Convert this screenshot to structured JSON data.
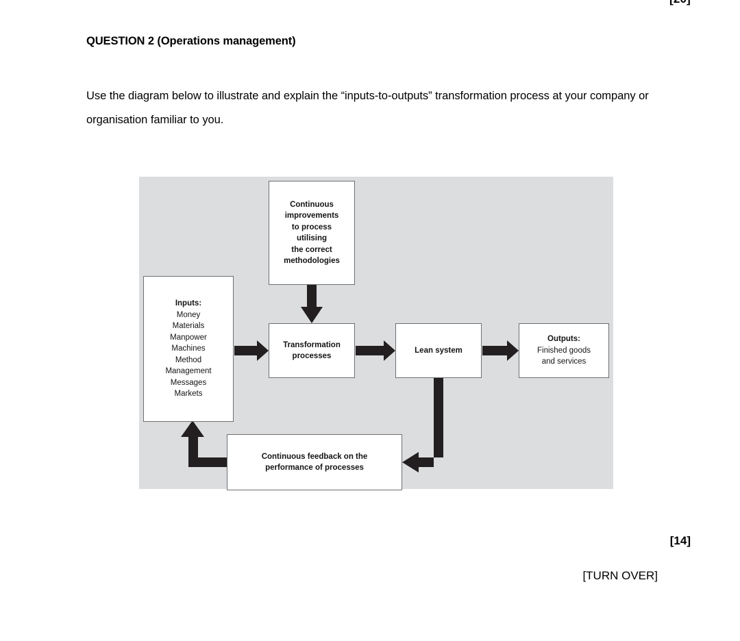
{
  "page": {
    "marks_top": "[20]",
    "question_heading": "QUESTION 2 (Operations management)",
    "question_body": "Use the diagram below to illustrate and explain the “inputs-to-outputs” transformation process at your company or organisation familiar to you.",
    "marks_bottom": "[14]",
    "turn_over": "[TURN OVER]"
  },
  "diagram": {
    "panel_background": "#dcdddf",
    "node_border": "#6d6e71",
    "arrow_color": "#231f20",
    "nodes": {
      "improvements": {
        "lines": [
          "Continuous",
          "improvements",
          "to process",
          "utilising",
          "the correct",
          "methodologies"
        ]
      },
      "inputs": {
        "title": "Inputs:",
        "items": [
          "Money",
          "Materials",
          "Manpower",
          "Machines",
          "Method",
          "Management",
          "Messages",
          "Markets"
        ]
      },
      "transformation": {
        "lines": [
          "Transformation",
          "processes"
        ]
      },
      "lean": {
        "lines": [
          "Lean system"
        ]
      },
      "outputs": {
        "title": "Outputs:",
        "lines": [
          "Finished goods",
          "and services"
        ]
      },
      "feedback": {
        "lines": [
          "Continuous feedback on the",
          "performance of processes"
        ]
      }
    },
    "connectors": [
      {
        "name": "inputs-to-transformation",
        "direction": "right"
      },
      {
        "name": "improvements-to-transformation",
        "direction": "down"
      },
      {
        "name": "transformation-to-lean",
        "direction": "right"
      },
      {
        "name": "lean-to-outputs",
        "direction": "right"
      },
      {
        "name": "lean-to-feedback",
        "direction": "down-left"
      },
      {
        "name": "feedback-to-inputs",
        "direction": "left-up"
      }
    ]
  }
}
